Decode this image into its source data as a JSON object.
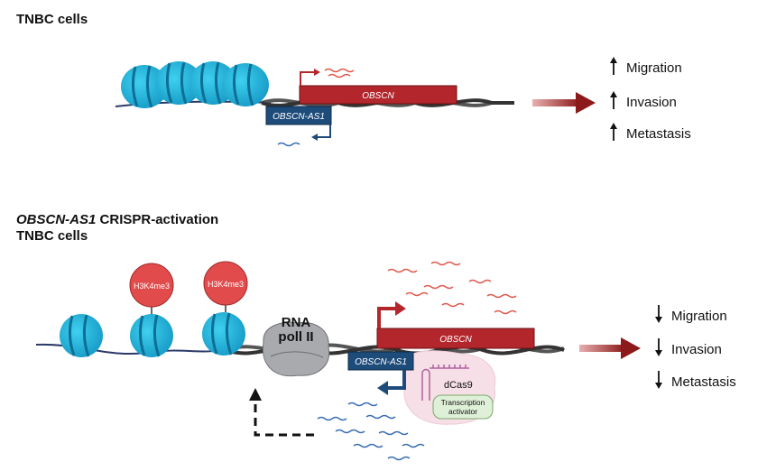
{
  "panel_top": {
    "title": "TNBC cells",
    "gene_sense": "OBSCN",
    "gene_antisense": "OBSCN-AS1",
    "outcomes": [
      {
        "direction": "up",
        "label": "Migration"
      },
      {
        "direction": "up",
        "label": "Invasion"
      },
      {
        "direction": "up",
        "label": "Metastasis"
      }
    ]
  },
  "panel_bottom": {
    "title_italic": "OBSCN-AS1",
    "title_rest": " CRISPR-activation",
    "title_line2": "TNBC cells",
    "histone_mark": "H3K4me3",
    "polymerase_line1": "RNA",
    "polymerase_line2": "poll II",
    "gene_sense": "OBSCN",
    "gene_antisense": "OBSCN-AS1",
    "dcas9": "dCas9",
    "activator_line1": "Transcription",
    "activator_line2": "activator",
    "outcomes": [
      {
        "direction": "down",
        "label": "Migration"
      },
      {
        "direction": "down",
        "label": "Invasion"
      },
      {
        "direction": "down",
        "label": "Metastasis"
      }
    ]
  },
  "colors": {
    "nucleosome": "#1fb6dc",
    "nucleosome_dark": "#0d7fa6",
    "gene_red": "#b3262c",
    "gene_blue": "#1d4b7a",
    "histone_mark": "#e24b4b",
    "dna_dark": "#444444",
    "arrow_red": "#8c1a1a"
  }
}
